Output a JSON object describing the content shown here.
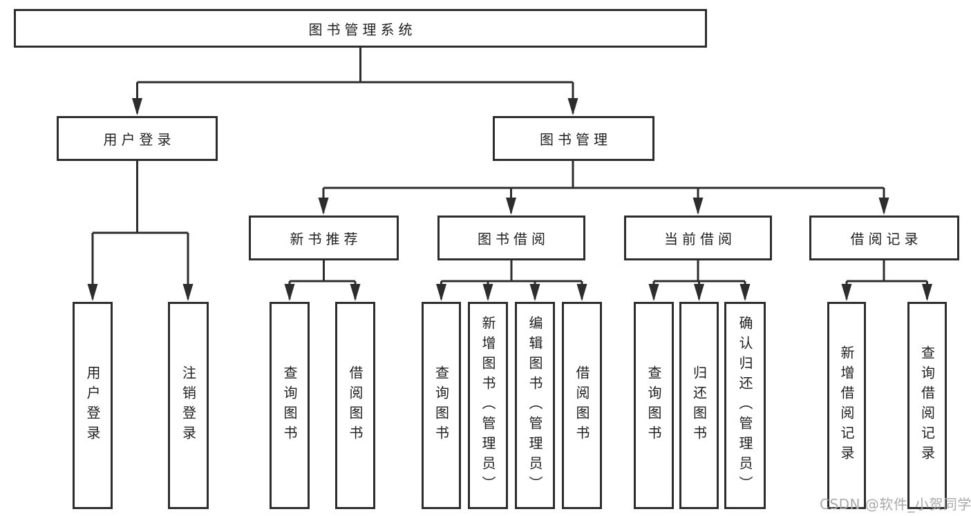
{
  "diagram": {
    "type": "hierarchy-tree",
    "title": "图书管理系统"
  },
  "tree": {
    "label": "图书管理系统",
    "children": [
      {
        "label": "用户登录",
        "children": [
          {
            "label": "用户登录"
          },
          {
            "label": "注销登录"
          }
        ]
      },
      {
        "label": "图书管理",
        "children": [
          {
            "label": "新书推荐",
            "children": [
              {
                "label": "查询图书"
              },
              {
                "label": "借阅图书"
              }
            ]
          },
          {
            "label": "图书借阅",
            "children": [
              {
                "label": "查询图书"
              },
              {
                "label": "新增图书（管理员）"
              },
              {
                "label": "编辑图书（管理员）"
              },
              {
                "label": "借阅图书"
              }
            ]
          },
          {
            "label": "当前借阅",
            "children": [
              {
                "label": "查询图书"
              },
              {
                "label": "归还图书"
              },
              {
                "label": "确认归还（管理员）"
              }
            ]
          },
          {
            "label": "借阅记录",
            "children": [
              {
                "label": "新增借阅记录"
              },
              {
                "label": "查询借阅记录"
              }
            ]
          }
        ]
      }
    ]
  },
  "watermark": {
    "text": "CSDN @软件_小贺同学"
  },
  "colors": {
    "line": "#2d2d2d",
    "border": "#2d2d2d",
    "text": "#1f1f1f",
    "watermark": "#a9a9a9",
    "background": "#ffffff"
  }
}
